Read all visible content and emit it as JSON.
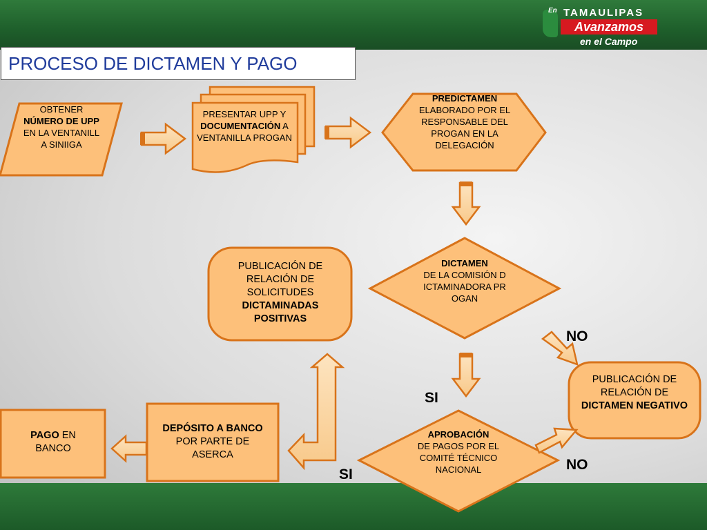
{
  "title": "PROCESO DE DICTAMEN Y PAGO",
  "logo": {
    "prefix": "En",
    "state": "TAMAULIPAS",
    "slogan_1": "Avanzamos",
    "slogan_2": "en el Campo"
  },
  "nodes": {
    "obtener": {
      "pre": "OBTENER",
      "bold": "NÚMERO DE  UPP",
      "post": "EN LA VENTANILL A SINIIGA"
    },
    "presentar": {
      "pre": "PRESENTAR UPP Y",
      "bold": "DOCUMENTACIÓN",
      "post": "A VENTANILLA PROGAN"
    },
    "predictamen": {
      "bold": "PREDICTAMEN",
      "post": "ELABORADO POR EL RESPONSABLE DEL PROGAN EN LA DELEGACIÓN"
    },
    "dictamen": {
      "bold": "DICTAMEN",
      "post": "DE LA COMISIÓN DICTAMINADORA PROGAN"
    },
    "publicacion_pos": {
      "pre": "PUBLICACIÓN DE RELACIÓN DE SOLICITUDES",
      "bold": "DICTAMINADAS POSITIVAS"
    },
    "publicacion_neg": {
      "pre": "PUBLICACIÓN DE RELACIÓN DE",
      "bold": "DICTAMEN NEGATIVO"
    },
    "aprobacion": {
      "bold": "APROBACIÓN",
      "post": "DE PAGOS POR EL COMITÉ TÉCNICO NACIONAL"
    },
    "deposito": {
      "bold": "DEPÓSITO A BANCO",
      "post": "POR PARTE DE ASERCA"
    },
    "pago": {
      "bold": "PAGO",
      "post": "EN BANCO"
    }
  },
  "labels": {
    "no_1": "NO",
    "si_1": "SI",
    "no_2": "NO",
    "si_2": "SI"
  },
  "colors": {
    "fill": "#fdc07a",
    "stroke": "#d8731a",
    "arrow_fill": "#fcd9a8",
    "green": "#1e5f2b"
  }
}
